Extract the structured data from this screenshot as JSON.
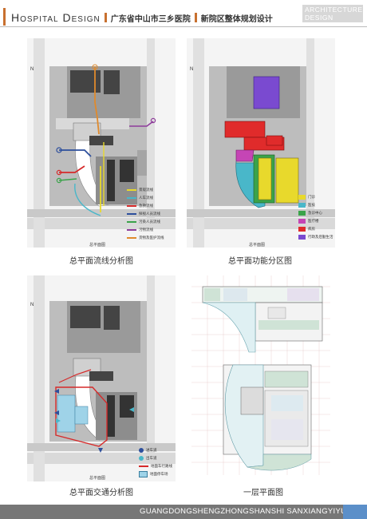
{
  "header": {
    "title_en": "Hospital Design",
    "title_cn_1": "广东省中山市三乡医院",
    "title_cn_2": "新院区整体规划设计",
    "corner_line1": "ARCHITECTURE",
    "corner_line2": "DESIGN"
  },
  "panels": {
    "flow": {
      "caption": "总平面流线分析图",
      "site_label": "总平面图",
      "legend": [
        {
          "label": "景观流线",
          "color": "#e8d92c"
        },
        {
          "label": "人车流线",
          "color": "#49b7c9"
        },
        {
          "label": "急救流线",
          "color": "#d62a2a"
        },
        {
          "label": "探视人员流线",
          "color": "#2d4f9c"
        },
        {
          "label": "污染人员流线",
          "color": "#3aa34a"
        },
        {
          "label": "污物流线",
          "color": "#8e3c9b"
        },
        {
          "label": "货物及医护流线",
          "color": "#e08a2c"
        }
      ]
    },
    "function": {
      "caption": "总平面功能分区图",
      "site_label": "总平面图",
      "legend": [
        {
          "label": "门诊",
          "color": "#e8d92c"
        },
        {
          "label": "医技",
          "color": "#49b7c9"
        },
        {
          "label": "急诊中心",
          "color": "#3aa34a"
        },
        {
          "label": "医疗楼",
          "color": "#c545b5"
        },
        {
          "label": "病房",
          "color": "#e02b2b"
        },
        {
          "label": "行政及后勤生活",
          "color": "#7a4ad0"
        }
      ]
    },
    "traffic": {
      "caption": "总平面交通分析图",
      "site_label": "总平面图",
      "legend": [
        {
          "label": "进车道",
          "color": "#2d4f9c"
        },
        {
          "label": "出车道",
          "color": "#49b7c9"
        },
        {
          "label": "地面车行路线",
          "color": "#d62a2a"
        },
        {
          "label": "地面停车场",
          "color": "#9fd3e8"
        }
      ]
    },
    "floor": {
      "caption": "一层平面图"
    }
  },
  "footer": {
    "text": "GUANGDONGSHENGZHONGSHANSHI SANXIANGYIYUAN"
  },
  "colors": {
    "accent": "#c8702f",
    "footer_bg": "#777777",
    "footer_blue": "#5b8fc9"
  }
}
